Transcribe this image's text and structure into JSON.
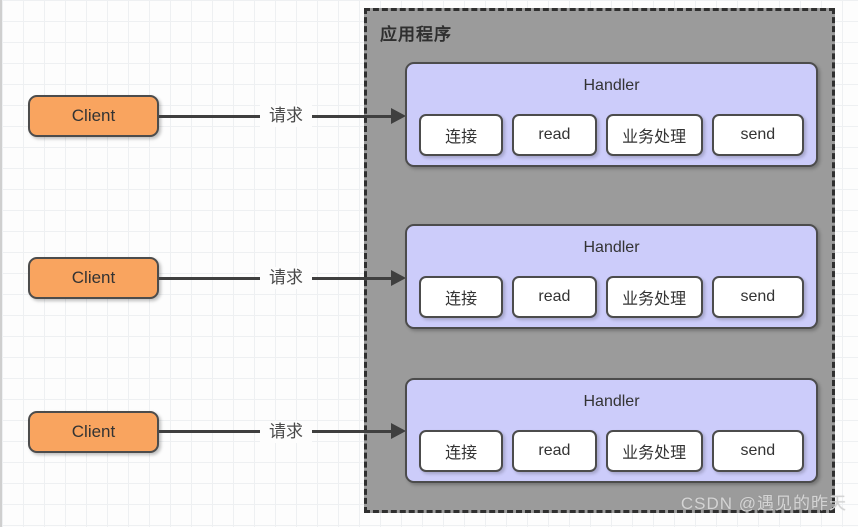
{
  "diagram": {
    "container": {
      "title": "应用程序"
    },
    "clients": [
      {
        "label": "Client"
      },
      {
        "label": "Client"
      },
      {
        "label": "Client"
      }
    ],
    "arrows": [
      {
        "label": "请求"
      },
      {
        "label": "请求"
      },
      {
        "label": "请求"
      }
    ],
    "handlers": [
      {
        "title": "Handler",
        "steps": [
          "连接",
          "read",
          "业务处理",
          "send"
        ]
      },
      {
        "title": "Handler",
        "steps": [
          "连接",
          "read",
          "业务处理",
          "send"
        ]
      },
      {
        "title": "Handler",
        "steps": [
          "连接",
          "read",
          "业务处理",
          "send"
        ]
      }
    ],
    "watermark": "CSDN @遇见的昨天",
    "colors": {
      "client_fill": "#f9a45f",
      "handler_fill": "#ccccfa",
      "step_fill": "#ffffff",
      "container_fill": "#9b9b9b",
      "shape_border": "#4c4c4c",
      "container_border": "#2f2f2f",
      "arrow": "#3f3f3f",
      "text": "#333333",
      "watermark_text": "#d4d4d4"
    }
  }
}
